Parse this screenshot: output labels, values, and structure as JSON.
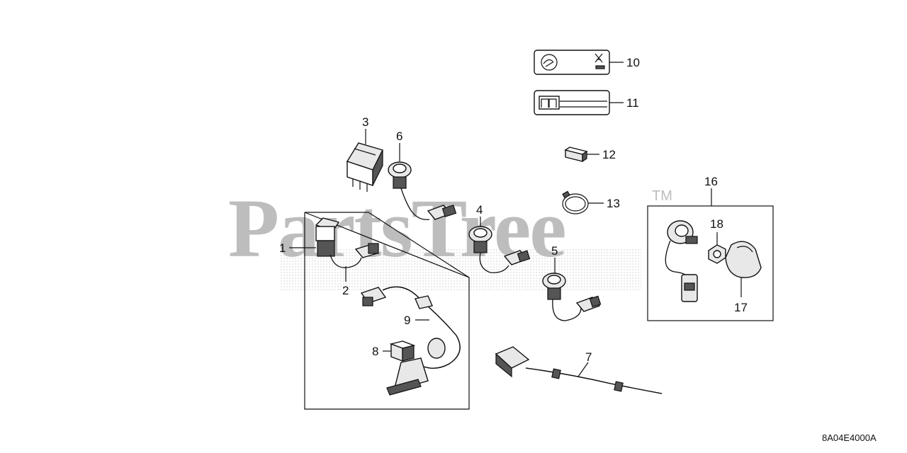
{
  "watermark": {
    "brand": "PartsTree",
    "trademark": "TM"
  },
  "diagram_code": "8A04E4000A",
  "callouts": {
    "c1": "1",
    "c2": "2",
    "c3": "3",
    "c4": "4",
    "c5": "5",
    "c6": "6",
    "c7": "7",
    "c8": "8",
    "c9": "9",
    "c10": "10",
    "c11": "11",
    "c12": "12",
    "c13": "13",
    "c16": "16",
    "c17": "17",
    "c18": "18"
  },
  "colors": {
    "line": "#111111",
    "watermark": "#bdbdbd",
    "background": "#ffffff"
  }
}
